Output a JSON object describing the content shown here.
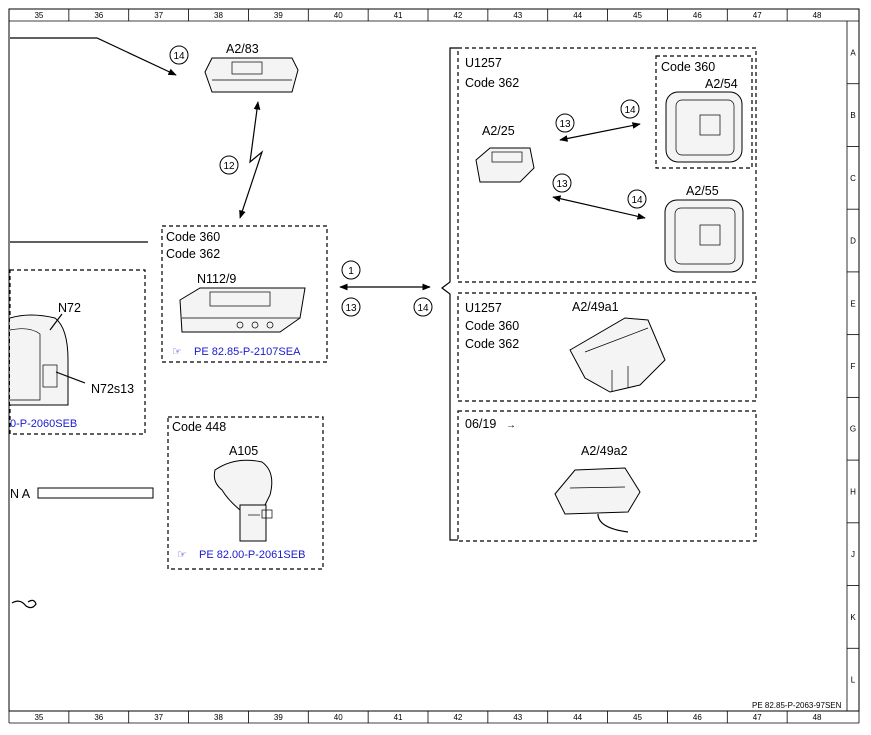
{
  "ruler": {
    "columns": [
      "35",
      "36",
      "37",
      "38",
      "39",
      "40",
      "41",
      "42",
      "43",
      "44",
      "45",
      "46",
      "47",
      "48"
    ],
    "rows": [
      "A",
      "B",
      "C",
      "D",
      "E",
      "F",
      "G",
      "H",
      "J",
      "K",
      "L"
    ]
  },
  "footer_ref": "PE 82.85-P-2063-97SEN",
  "components": {
    "a2_83": {
      "label": "A2/83"
    },
    "n112_9": {
      "codes": [
        "Code 360",
        "Code 362"
      ],
      "label": "N112/9",
      "ref": "PE 82.85-P-2107SEA"
    },
    "n72": {
      "label": "N72",
      "switch_label": "N72s13",
      "ref": "0-P-2060SEB"
    },
    "a105": {
      "code": "Code 448",
      "label": "A105",
      "ref": "PE 82.00-P-2061SEB"
    },
    "left_bar": {
      "label": "N A"
    },
    "u1257_top": {
      "title": "U1257",
      "code": "Code 362",
      "a2_25": "A2/25",
      "a2_54_code": "Code 360",
      "a2_54": "A2/54",
      "a2_55": "A2/55"
    },
    "u1257_mid": {
      "title": "U1257",
      "codes": [
        "Code 360",
        "Code 362"
      ],
      "label": "A2/49a1"
    },
    "bottom_right": {
      "date": "06/19",
      "arrow": "→",
      "label": "A2/49a2"
    }
  },
  "connections": {
    "c12": "12",
    "c14_top": "14",
    "c1": "1",
    "c13_left": "13",
    "c14_mid": "14",
    "c13_a": "13",
    "c14_a": "14",
    "c13_b": "13",
    "c14_b": "14"
  }
}
